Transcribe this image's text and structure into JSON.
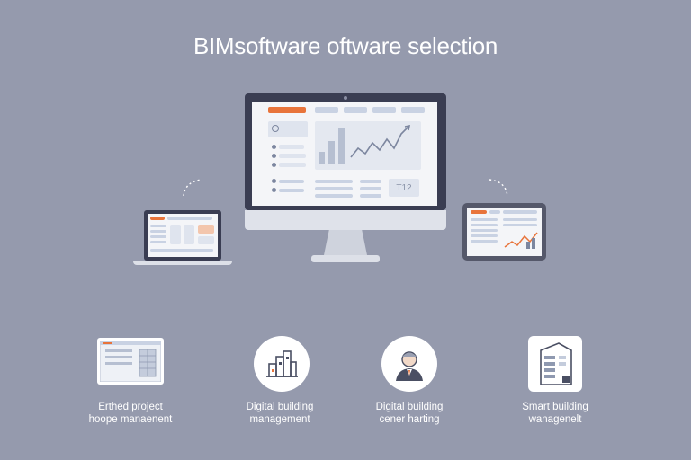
{
  "header": {
    "title": "BIMsoftware oftware selection"
  },
  "monitor": {
    "badge_text": "T12"
  },
  "features": [
    {
      "line1": "Erthed project",
      "line2": "hoope manaenent",
      "icon": "document-table-icon"
    },
    {
      "line1": "Digital building",
      "line2": "management",
      "icon": "building-icon"
    },
    {
      "line1": "Digital building",
      "line2": "cener harting",
      "icon": "person-icon"
    },
    {
      "line1": "Smart building",
      "line2": "wanagenelt",
      "icon": "smart-building-icon"
    }
  ],
  "colors": {
    "background": "#959aad",
    "accent": "#e8743b",
    "frame": "#3a3d52"
  }
}
